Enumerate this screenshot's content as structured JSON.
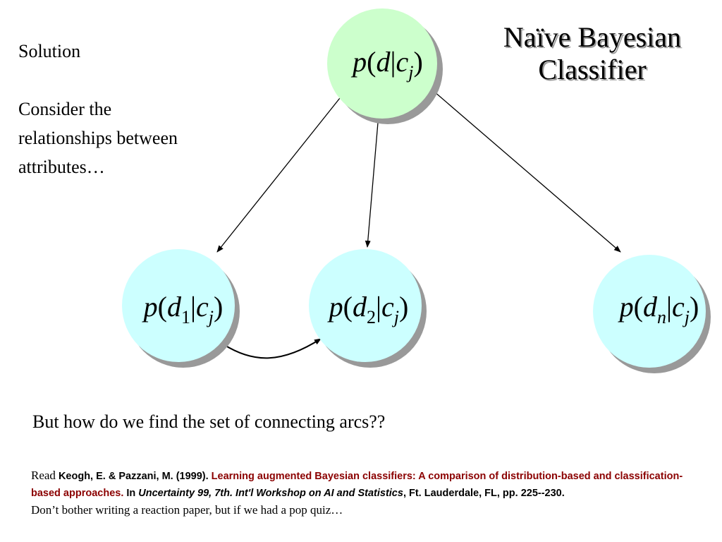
{
  "title": {
    "line1": "Naïve Bayesian",
    "line2": "Classifier"
  },
  "intro": {
    "heading": "Solution",
    "line1": "Consider the",
    "line2": "relationships between",
    "line3": "attributes…"
  },
  "nodes": [
    {
      "id": "root",
      "p": "p",
      "d": "d",
      "d_sub": "",
      "c": "c",
      "c_sub": "j",
      "fill": "#ccffcc"
    },
    {
      "id": "d1",
      "p": "p",
      "d": "d",
      "d_sub": "1",
      "c": "c",
      "c_sub": "j",
      "fill": "#ccffff"
    },
    {
      "id": "d2",
      "p": "p",
      "d": "d",
      "d_sub": "2",
      "c": "c",
      "c_sub": "j",
      "fill": "#ccffff"
    },
    {
      "id": "dn",
      "p": "p",
      "d": "d",
      "d_sub": "n",
      "c": "c",
      "c_sub": "j",
      "fill": "#ccffff"
    }
  ],
  "question": "But how do we find the set of connecting arcs??",
  "reference": {
    "read": "Read",
    "authors": "Keogh, E. & Pazzani, M. (1999).",
    "paper_title": "Learning augmented Bayesian classifiers: A comparison of distribution-based and classification-based approaches.",
    "in": "In",
    "venue": "Uncertainty 99, 7th. Int'l Workshop on AI and Statistics",
    "location": ", Ft. Lauderdale, FL, pp. 225--230.",
    "note": "Don’t bother writing a reaction paper, but if we had a pop quiz…"
  }
}
